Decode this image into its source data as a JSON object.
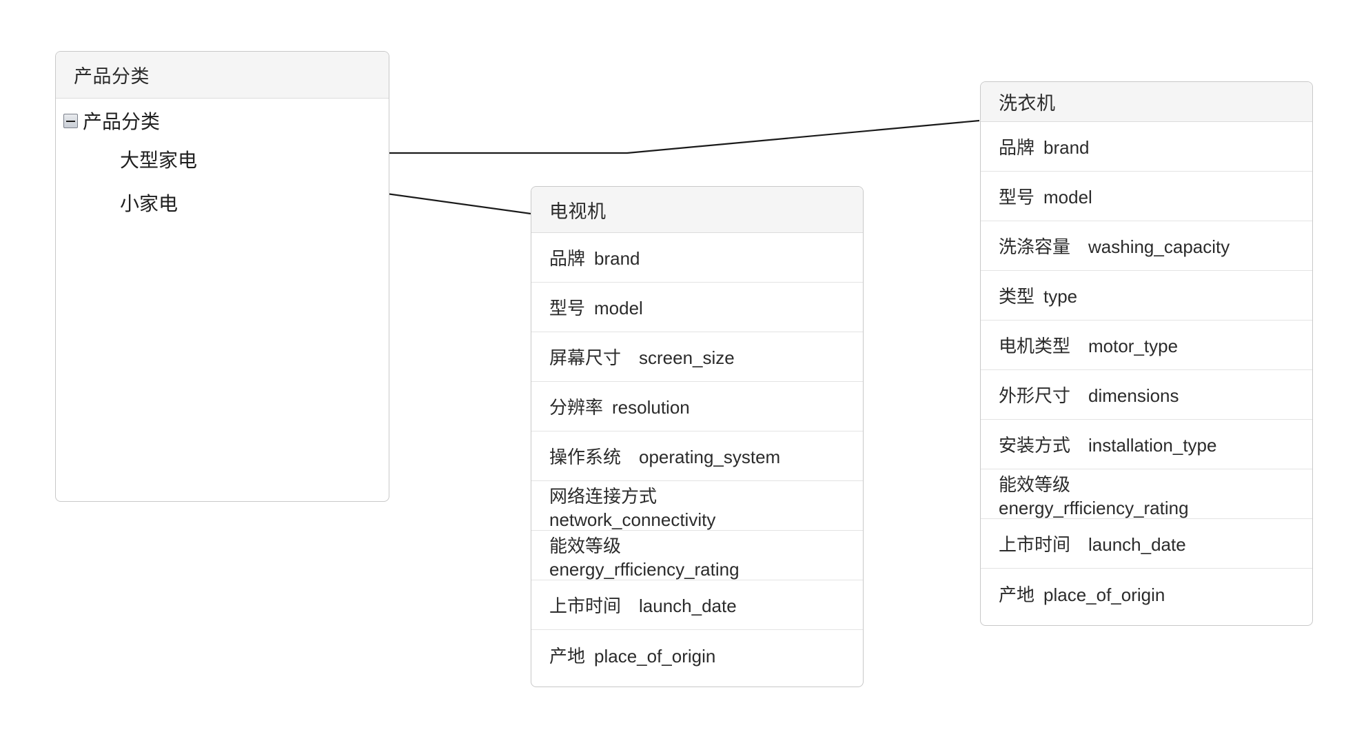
{
  "diagram": {
    "type": "class-diagram",
    "background": "#ffffff",
    "header_bg": "#f5f5f5",
    "border_color": "#c8c8c8",
    "line_color": "#1a1a1a"
  },
  "tree_panel": {
    "header": "产品分类",
    "root": {
      "label": "产品分类",
      "expander": "collapse-minus-icon",
      "expanded": true
    },
    "children": [
      {
        "label": "大型家电"
      },
      {
        "label": "小家电"
      }
    ]
  },
  "tv_class": {
    "title": "电视机",
    "attributes": [
      {
        "cn": "品牌",
        "en": "brand",
        "lines": 1
      },
      {
        "cn": "型号",
        "en": "model",
        "lines": 1
      },
      {
        "cn": "屏幕尺寸",
        "en": "screen_size",
        "lines": 1
      },
      {
        "cn": "分辨率",
        "en": "resolution",
        "lines": 1
      },
      {
        "cn": "操作系统",
        "en": "operating_system",
        "lines": 1
      },
      {
        "cn": "网络连接方式",
        "en": "network_connectivity",
        "lines": 2
      },
      {
        "cn": "能效等级",
        "en": "energy_rfficiency_rating",
        "lines": 2
      },
      {
        "cn": "上市时间",
        "en": "launch_date",
        "lines": 1
      },
      {
        "cn": "产地",
        "en": "place_of_origin",
        "lines": 1
      }
    ]
  },
  "washer_class": {
    "title": "洗衣机",
    "attributes": [
      {
        "cn": "品牌",
        "en": "brand",
        "lines": 1
      },
      {
        "cn": "型号",
        "en": "model",
        "lines": 1
      },
      {
        "cn": "洗涤容量",
        "en": "washing_capacity",
        "lines": 1
      },
      {
        "cn": "类型",
        "en": "type",
        "lines": 1
      },
      {
        "cn": "电机类型",
        "en": "motor_type",
        "lines": 1
      },
      {
        "cn": "外形尺寸",
        "en": "dimensions",
        "lines": 1
      },
      {
        "cn": "安装方式",
        "en": "installation_type",
        "lines": 1
      },
      {
        "cn": "能效等级",
        "en": "energy_rfficiency_rating",
        "lines": 2
      },
      {
        "cn": "上市时间",
        "en": "launch_date",
        "lines": 1
      },
      {
        "cn": "产地",
        "en": "place_of_origin",
        "lines": 1
      }
    ]
  },
  "connectors": [
    {
      "name": "washer-to-large-appliance",
      "from": "洗衣机",
      "to": "大型家电",
      "arrowhead": "open-triangle-left"
    },
    {
      "name": "tv-to-large-appliance",
      "from": "电视机",
      "to": "大型家电",
      "arrowhead": "open-triangle-left"
    }
  ]
}
